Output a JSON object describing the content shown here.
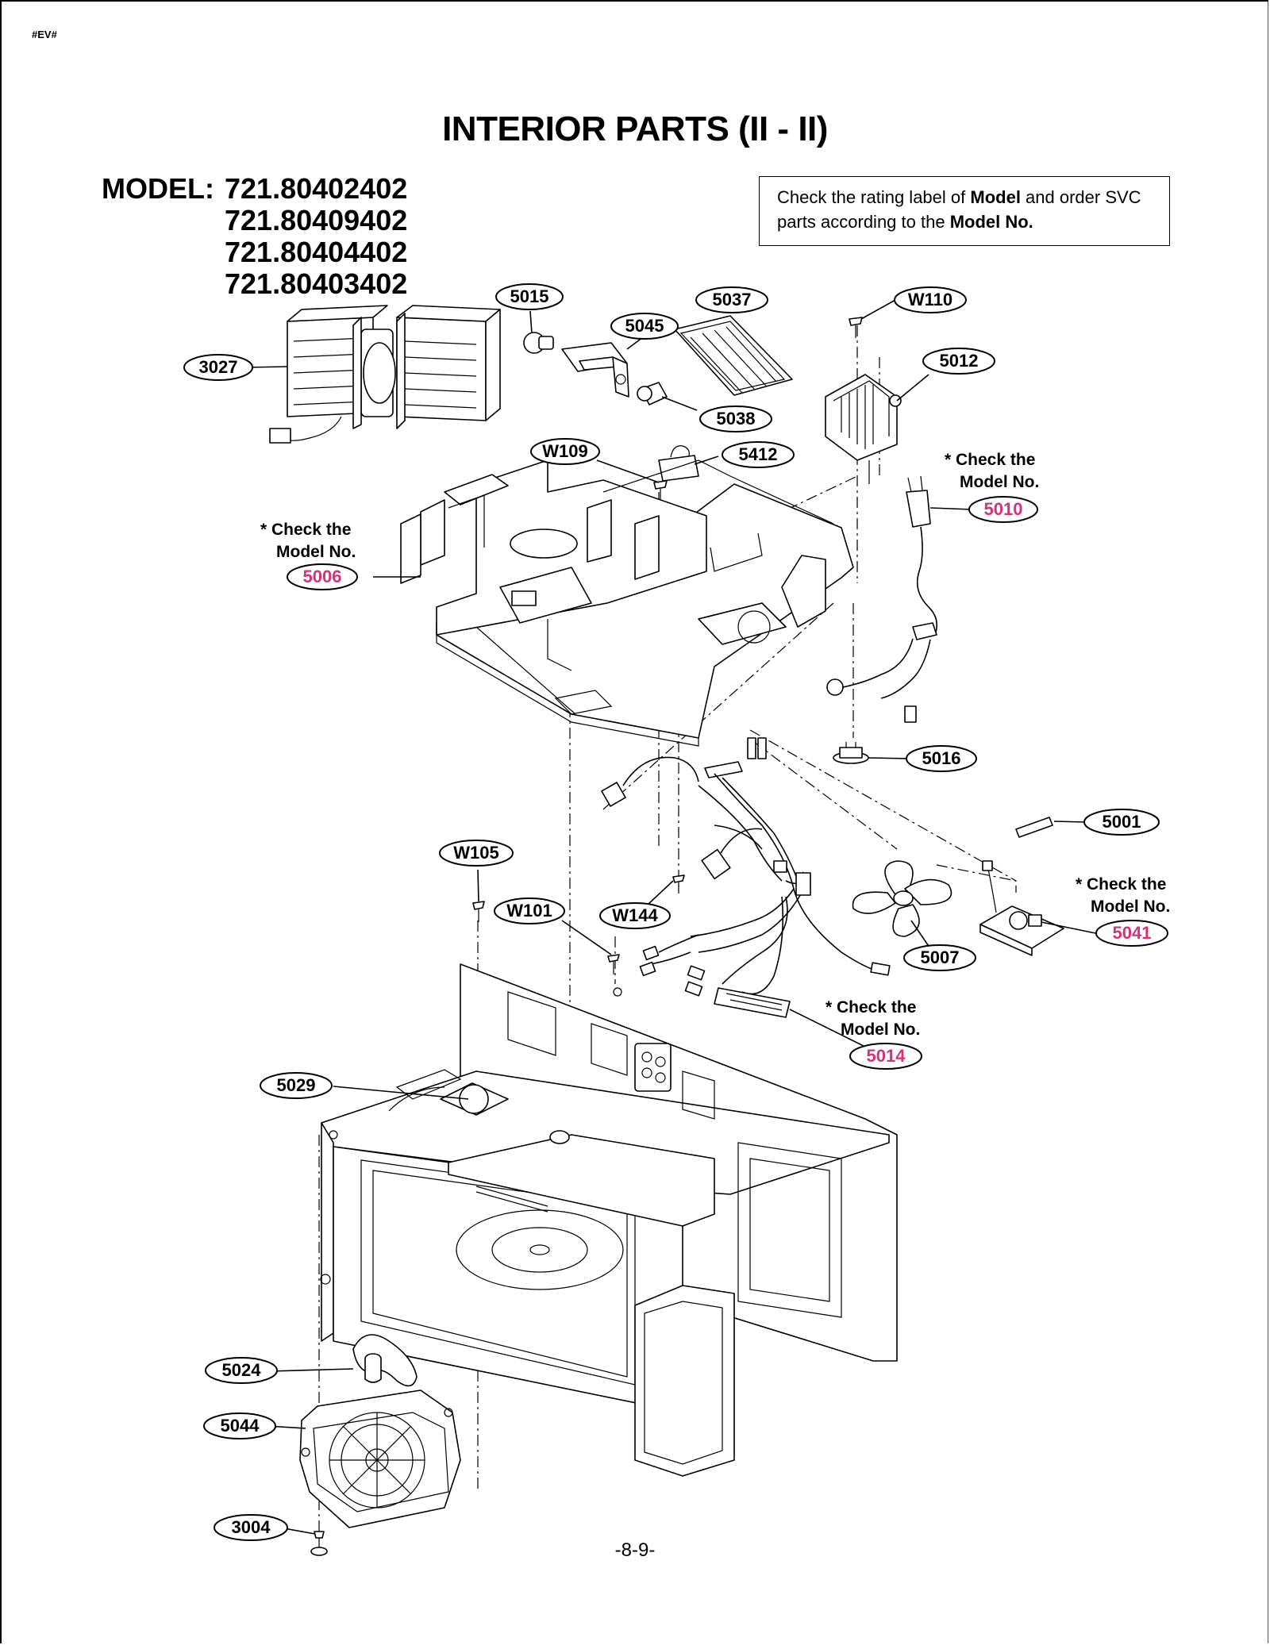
{
  "header": {
    "corner_tag": "#EV#",
    "title": "INTERIOR PARTS (II - II)"
  },
  "models": {
    "label": "MODEL:",
    "numbers": [
      "721.80402402",
      "721.80409402",
      "721.80404402",
      "721.80403402"
    ]
  },
  "notice": {
    "prefix": "Check the rating label of ",
    "bold1": "Model",
    "middle": " and order SVC parts according to the ",
    "bold2": "Model No."
  },
  "note_text": {
    "line1": "* Check the",
    "line2": "Model No."
  },
  "callouts": {
    "c5015": "5015",
    "c5037": "5037",
    "cW110": "W110",
    "c5045": "5045",
    "c3027": "3027",
    "c5012": "5012",
    "c5038": "5038",
    "cW109": "W109",
    "c5412": "5412",
    "c5010": "5010",
    "c5006": "5006",
    "c5016": "5016",
    "c5001": "5001",
    "cW105": "W105",
    "cW101": "W101",
    "cW144": "W144",
    "c5041": "5041",
    "c5007": "5007",
    "c5014": "5014",
    "c5029": "5029",
    "c5024": "5024",
    "c5044": "5044",
    "c3004": "3004"
  },
  "colors": {
    "highlight": "#d6317a",
    "ink": "#000000",
    "paper": "#ffffff"
  },
  "footer": {
    "page_number": "-8-9-"
  }
}
